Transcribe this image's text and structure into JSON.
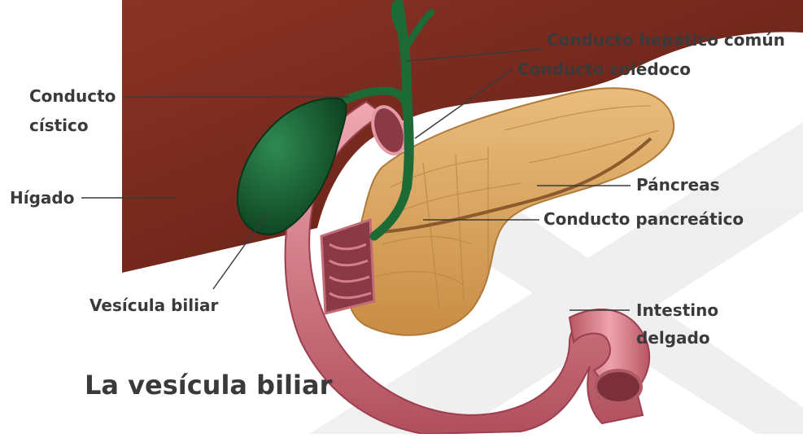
{
  "diagram": {
    "title": "La vesícula biliar",
    "labels": {
      "common_hepatic_duct": "Conducto hepático común",
      "common_bile_duct": "Conducto colédoco",
      "cystic_duct_line1": "Conducto",
      "cystic_duct_line2": "cístico",
      "liver": "Hígado",
      "pancreas": "Páncreas",
      "pancreatic_duct": "Conducto pancreático",
      "gallbladder": "Vesícula biliar",
      "small_intestine_line1": "Intestino",
      "small_intestine_line2": "delgado"
    }
  },
  "colors": {
    "liver": "#7a2a1e",
    "gallbladder": "#145b2e",
    "pancreas": "#d9a45e",
    "intestine": "#d87a86",
    "text": "#3a3a3a",
    "watermark": "#e6e6e6"
  }
}
